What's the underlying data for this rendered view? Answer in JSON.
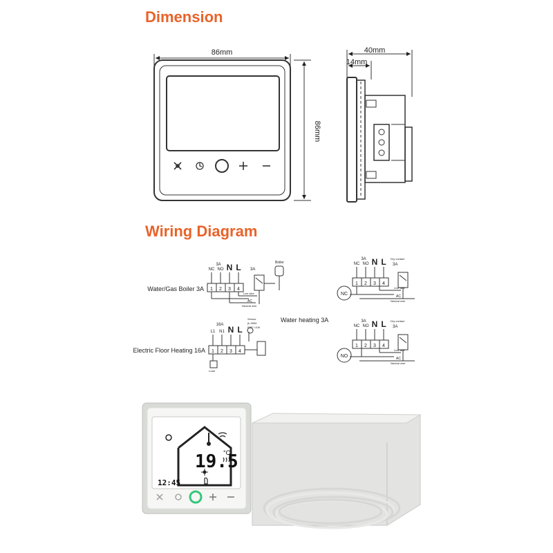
{
  "titles": {
    "dimension": "Dimension",
    "wiring": "Wiring Diagram"
  },
  "dimension": {
    "front_width": "86mm",
    "front_height": "86mm",
    "side_depth": "40mm",
    "side_front": "14mm"
  },
  "wiring": {
    "boiler_label": "Water/Gas Boiler 3A",
    "floor_label": "Electric  Floor Heating 16A",
    "water_label": "Water heating 3A",
    "terminals": [
      "1",
      "2",
      "3",
      "4"
    ],
    "nc": "NC",
    "no": "NO",
    "n": "N",
    "l": "L",
    "l1": "L1",
    "n1": "N1",
    "amp3": "3A",
    "amp16": "16A",
    "boiler": "Boiler",
    "dry_contact": "Dry contact",
    "sensor": "Sensor",
    "sensor_b": "β=3950",
    "sensor_r": "R25°=10K",
    "live_wire": "Live wire",
    "neutral_wire": "Neutral wire",
    "ac": "AC",
    "load": "Load",
    "valve_nc": "NC",
    "valve_no": "NO"
  },
  "device": {
    "temperature": "19.5",
    "unit": "°C",
    "clock": "12:45",
    "accent": "#34c77b"
  },
  "colors": {
    "title": "#e8632a",
    "line": "#333333",
    "frame": "#d9dbd7"
  }
}
